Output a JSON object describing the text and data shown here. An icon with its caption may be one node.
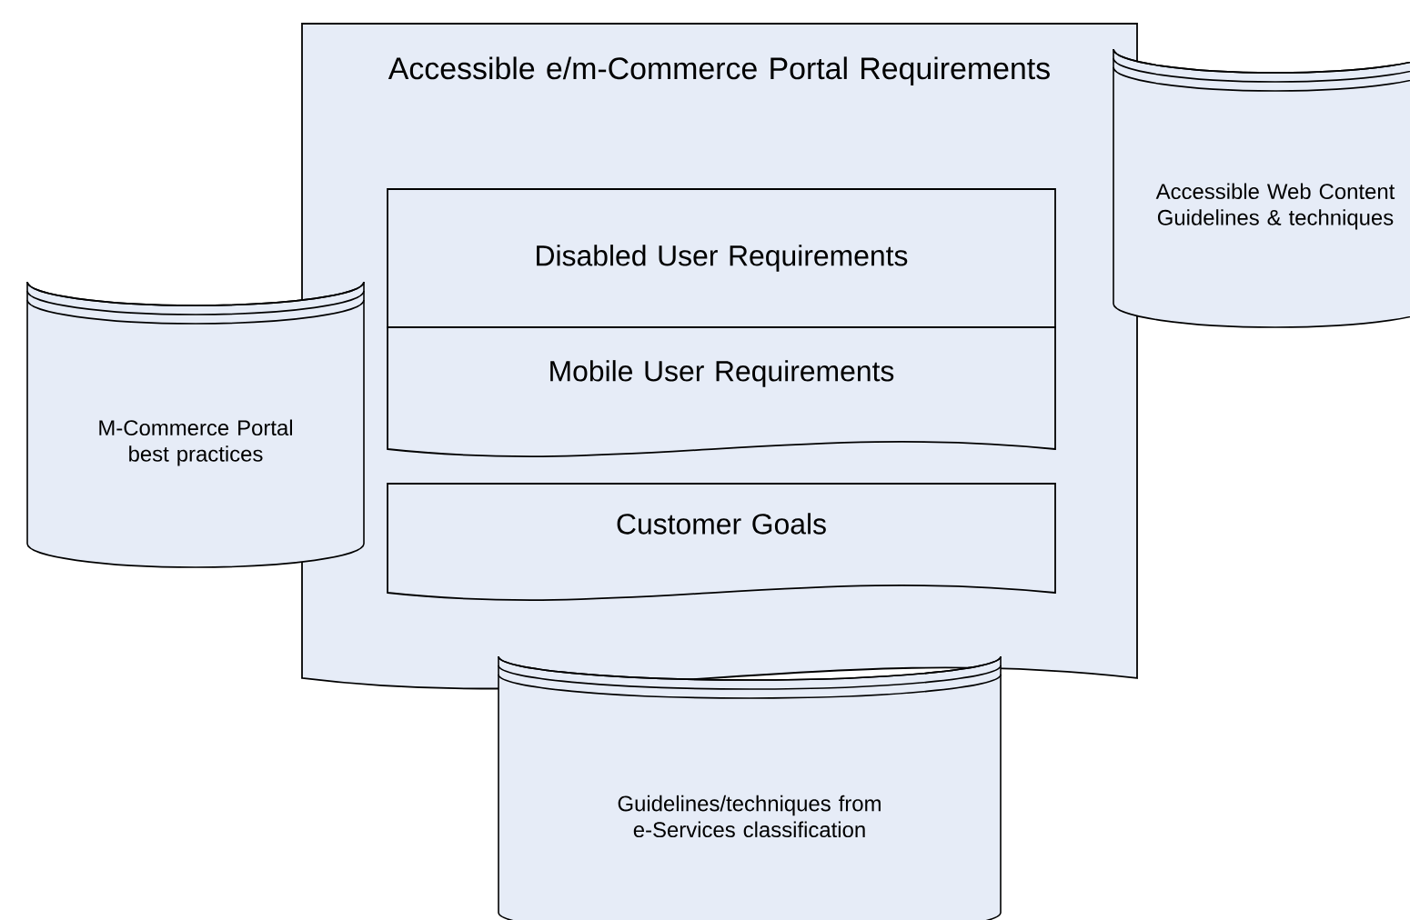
{
  "diagram": {
    "nodes": [
      {
        "text": [
          "Accessible e/m-Commerce Portal Requirements"
        ]
      },
      {
        "text": [
          "Disabled User Requirements"
        ],
        "in": 0
      },
      {
        "text": [
          "Mobile User Requirements"
        ],
        "in": 0
      },
      {
        "text": [
          "Customer Goals"
        ],
        "in": 0
      },
      {
        "text": [
          "Accessible Web Content Guidelines & techniques"
        ]
      },
      {
        "text": [
          "M-Commerce Portal best practices"
        ]
      },
      {
        "text": [
          "Guidelines/techniques from e-Services classification"
        ]
      }
    ]
  }
}
